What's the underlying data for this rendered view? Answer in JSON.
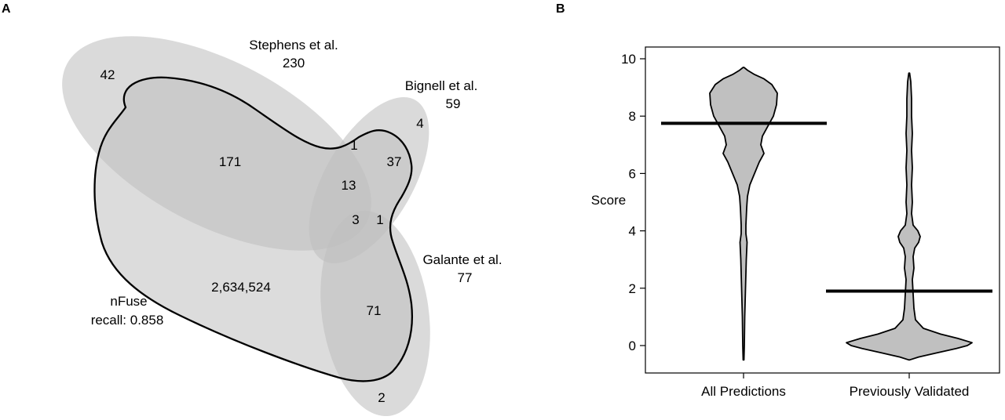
{
  "panels": {
    "a": {
      "letter": "A"
    },
    "b": {
      "letter": "B"
    }
  },
  "venn": {
    "sets": [
      {
        "id": "stephens",
        "name": "Stephens et al.",
        "total": "230"
      },
      {
        "id": "bignell",
        "name": "Bignell et al.",
        "total": "59"
      },
      {
        "id": "galante",
        "name": "Galante et al.",
        "total": "77"
      },
      {
        "id": "nfuse",
        "name": "nFuse",
        "recall_text": "recall: 0.858"
      }
    ],
    "region_counts": {
      "stephens_only": "42",
      "stephens_nfuse": "171",
      "stephens_bignell_only": "1",
      "bignell_nfuse": "37",
      "bignell_only": "4",
      "stephens_bignell_nfuse": "13",
      "all_four": "3",
      "bignell_galante_nfuse": "1",
      "nfuse_only": "2,634,524",
      "galante_nfuse": "71",
      "galante_only": "2"
    },
    "colors": {
      "set_fill": "#c0c0c0",
      "outline": "#000000"
    }
  },
  "chart_data": {
    "type": "violin",
    "ylabel": "Score",
    "ylim": [
      -0.6,
      10
    ],
    "yticks": [
      0,
      2,
      4,
      6,
      8,
      10
    ],
    "categories": [
      "All Predictions",
      "Previously Validated"
    ],
    "medians": [
      7.75,
      1.9
    ],
    "ranges": [
      [
        -0.5,
        9.7
      ],
      [
        -0.5,
        9.5
      ]
    ],
    "violin_color": "#c0c0c0",
    "line_color": "#000000"
  }
}
